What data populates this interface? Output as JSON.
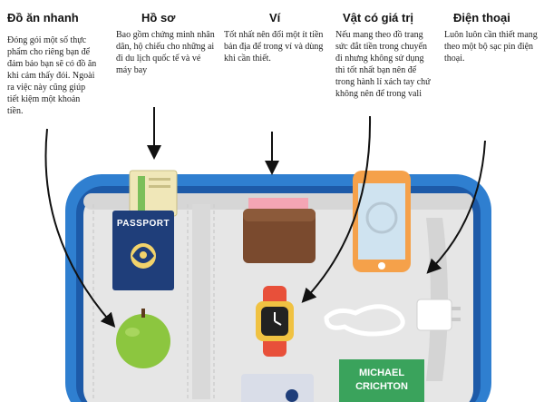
{
  "columns": [
    {
      "title": "Đồ ăn nhanh",
      "text": "Đóng gói một số thực phẩm cho riêng bạn để đảm bảo bạn sẽ có đồ ăn khi cảm thấy đói. Ngoài ra việc này cũng giúp tiết kiệm một khoản tiền."
    },
    {
      "title": "Hồ sơ",
      "text": "Bao gồm chứng minh nhân dân, hộ chiếu cho những ai đi du lịch quốc tế và vé máy bay"
    },
    {
      "title": "Ví",
      "text": "Tốt nhất nên đổi một ít tiền bản địa để trong ví và dùng khi cần thiết."
    },
    {
      "title": "Vật có giá trị",
      "text": "Nếu mang theo đồ trang sức đắt tiền trong chuyến đi nhưng không sử dụng thì tốt nhất bạn nên để trong hành lí xách tay chứ không nên để trong vali"
    },
    {
      "title": "Điện thoại",
      "text": "Luôn luôn cần thiết mang theo một bộ sạc pin điện thoại."
    }
  ],
  "passport": {
    "label": "PASSPORT"
  },
  "book": {
    "line1": "MICHAEL",
    "line2": "CRICHTON"
  },
  "colors": {
    "tray_border": "#2f7fd0",
    "tray_inner": "#e4e4e4",
    "passport": "#1f3e7a",
    "wallet": "#7a4a2e",
    "watch": "#e8503a",
    "apple": "#8cc63f",
    "book": "#3aa35c",
    "phone": "#f5a14a"
  },
  "icons": [
    "arrow-down-icon",
    "curved-arrow-icon",
    "passport-icon",
    "ticket-icon",
    "wallet-icon",
    "phone-icon",
    "watch-icon",
    "charger-icon",
    "apple-icon",
    "book-icon"
  ]
}
